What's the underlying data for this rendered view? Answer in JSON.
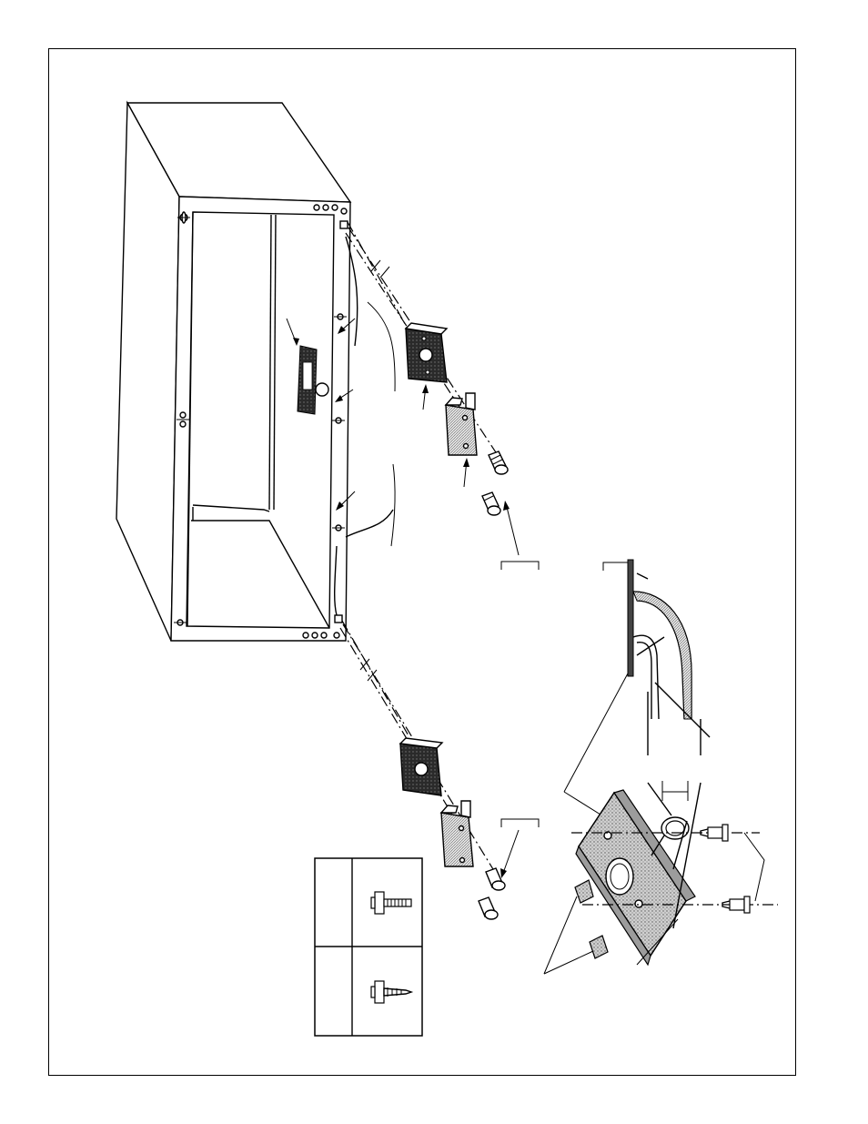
{
  "colors": {
    "line": "#000000",
    "paper": "#ffffff",
    "dark_fill": "#2a2a2a",
    "texture_fill": "#bdbdbd"
  },
  "parts": {
    "cabinet": "hood-cabinet",
    "blower_plate": "blower-mounting-plate",
    "damper": "damper-duct-connector",
    "fasteners": [
      "machine-screw",
      "sheet-metal-screw"
    ]
  }
}
